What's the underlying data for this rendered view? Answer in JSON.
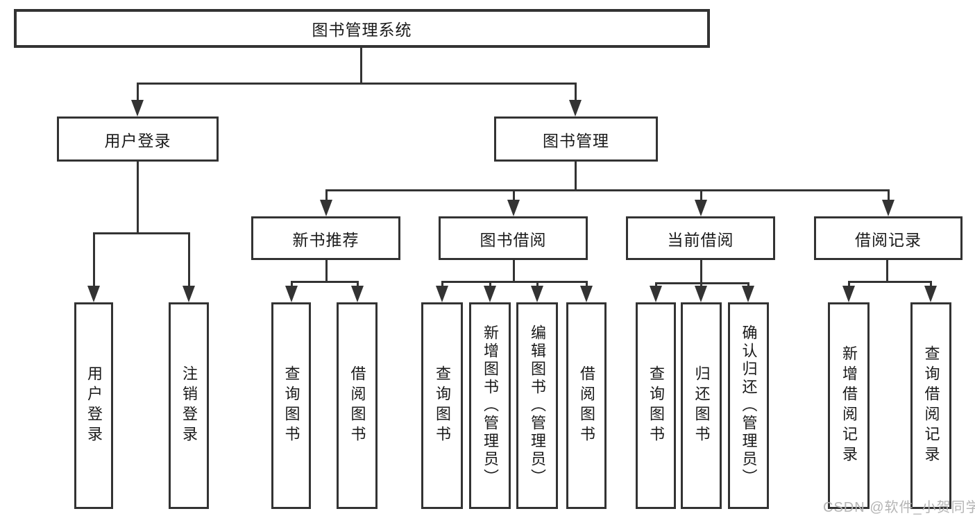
{
  "nodes": {
    "root": "图书管理系统",
    "userLogin": "用户登录",
    "bookMgmt": "图书管理",
    "newBookRec": "新书推荐",
    "bookBorrow": "图书借阅",
    "currentBorrow": "当前借阅",
    "borrowRecord": "借阅记录",
    "ulUserLogin": "用户登录",
    "ulLogout": "注销登录",
    "nbQueryBook": "查询图书",
    "nbBorrowBook": "借阅图书",
    "bbQueryBook": "查询图书",
    "bbAddBook": "新增图书（管理员）",
    "bbEditBook": "编辑图书（管理员）",
    "bbBorrowBook": "借阅图书",
    "cbQueryBook": "查询图书",
    "cbReturnBook": "归还图书",
    "cbConfirmReturn": "确认归还（管理员）",
    "brAddRecord": "新增借阅记录",
    "brQueryRecord": "查询借阅记录"
  },
  "hierarchy": {
    "图书管理系统": {
      "用户登录": [
        "用户登录",
        "注销登录"
      ],
      "图书管理": {
        "新书推荐": [
          "查询图书",
          "借阅图书"
        ],
        "图书借阅": [
          "查询图书",
          "新增图书（管理员）",
          "编辑图书（管理员）",
          "借阅图书"
        ],
        "当前借阅": [
          "查询图书",
          "归还图书",
          "确认归还（管理员）"
        ],
        "借阅记录": [
          "新增借阅记录",
          "查询借阅记录"
        ]
      }
    }
  },
  "watermark": "CSDN @软件_小贺同学",
  "colors": {
    "line": "#333333",
    "text": "#1a1a1a",
    "background": "#ffffff",
    "watermark": "#b5b5b5"
  }
}
